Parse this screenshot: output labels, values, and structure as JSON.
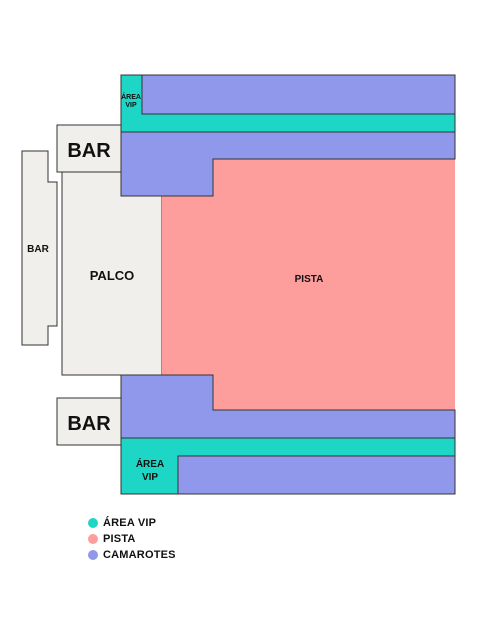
{
  "colors": {
    "vip": "#1ed6c6",
    "pista": "#fd9d9c",
    "camarotes": "#9098ec",
    "bar": "#f1efeb",
    "outline": "#333333"
  },
  "labels": {
    "bar_top": "BAR",
    "bar_side": "BAR",
    "bar_bottom": "BAR",
    "palco": "PALCO",
    "pista": "PISTA",
    "vip_top_line1": "ÁREA",
    "vip_top_line2": "VIP",
    "vip_bottom_line1": "ÁREA",
    "vip_bottom_line2": "VIP"
  },
  "legend": {
    "items": [
      {
        "label": "ÁREA VIP",
        "color": "#1ed6c6"
      },
      {
        "label": "PISTA",
        "color": "#fd9d9c"
      },
      {
        "label": "CAMAROTES",
        "color": "#9098ec"
      }
    ]
  }
}
